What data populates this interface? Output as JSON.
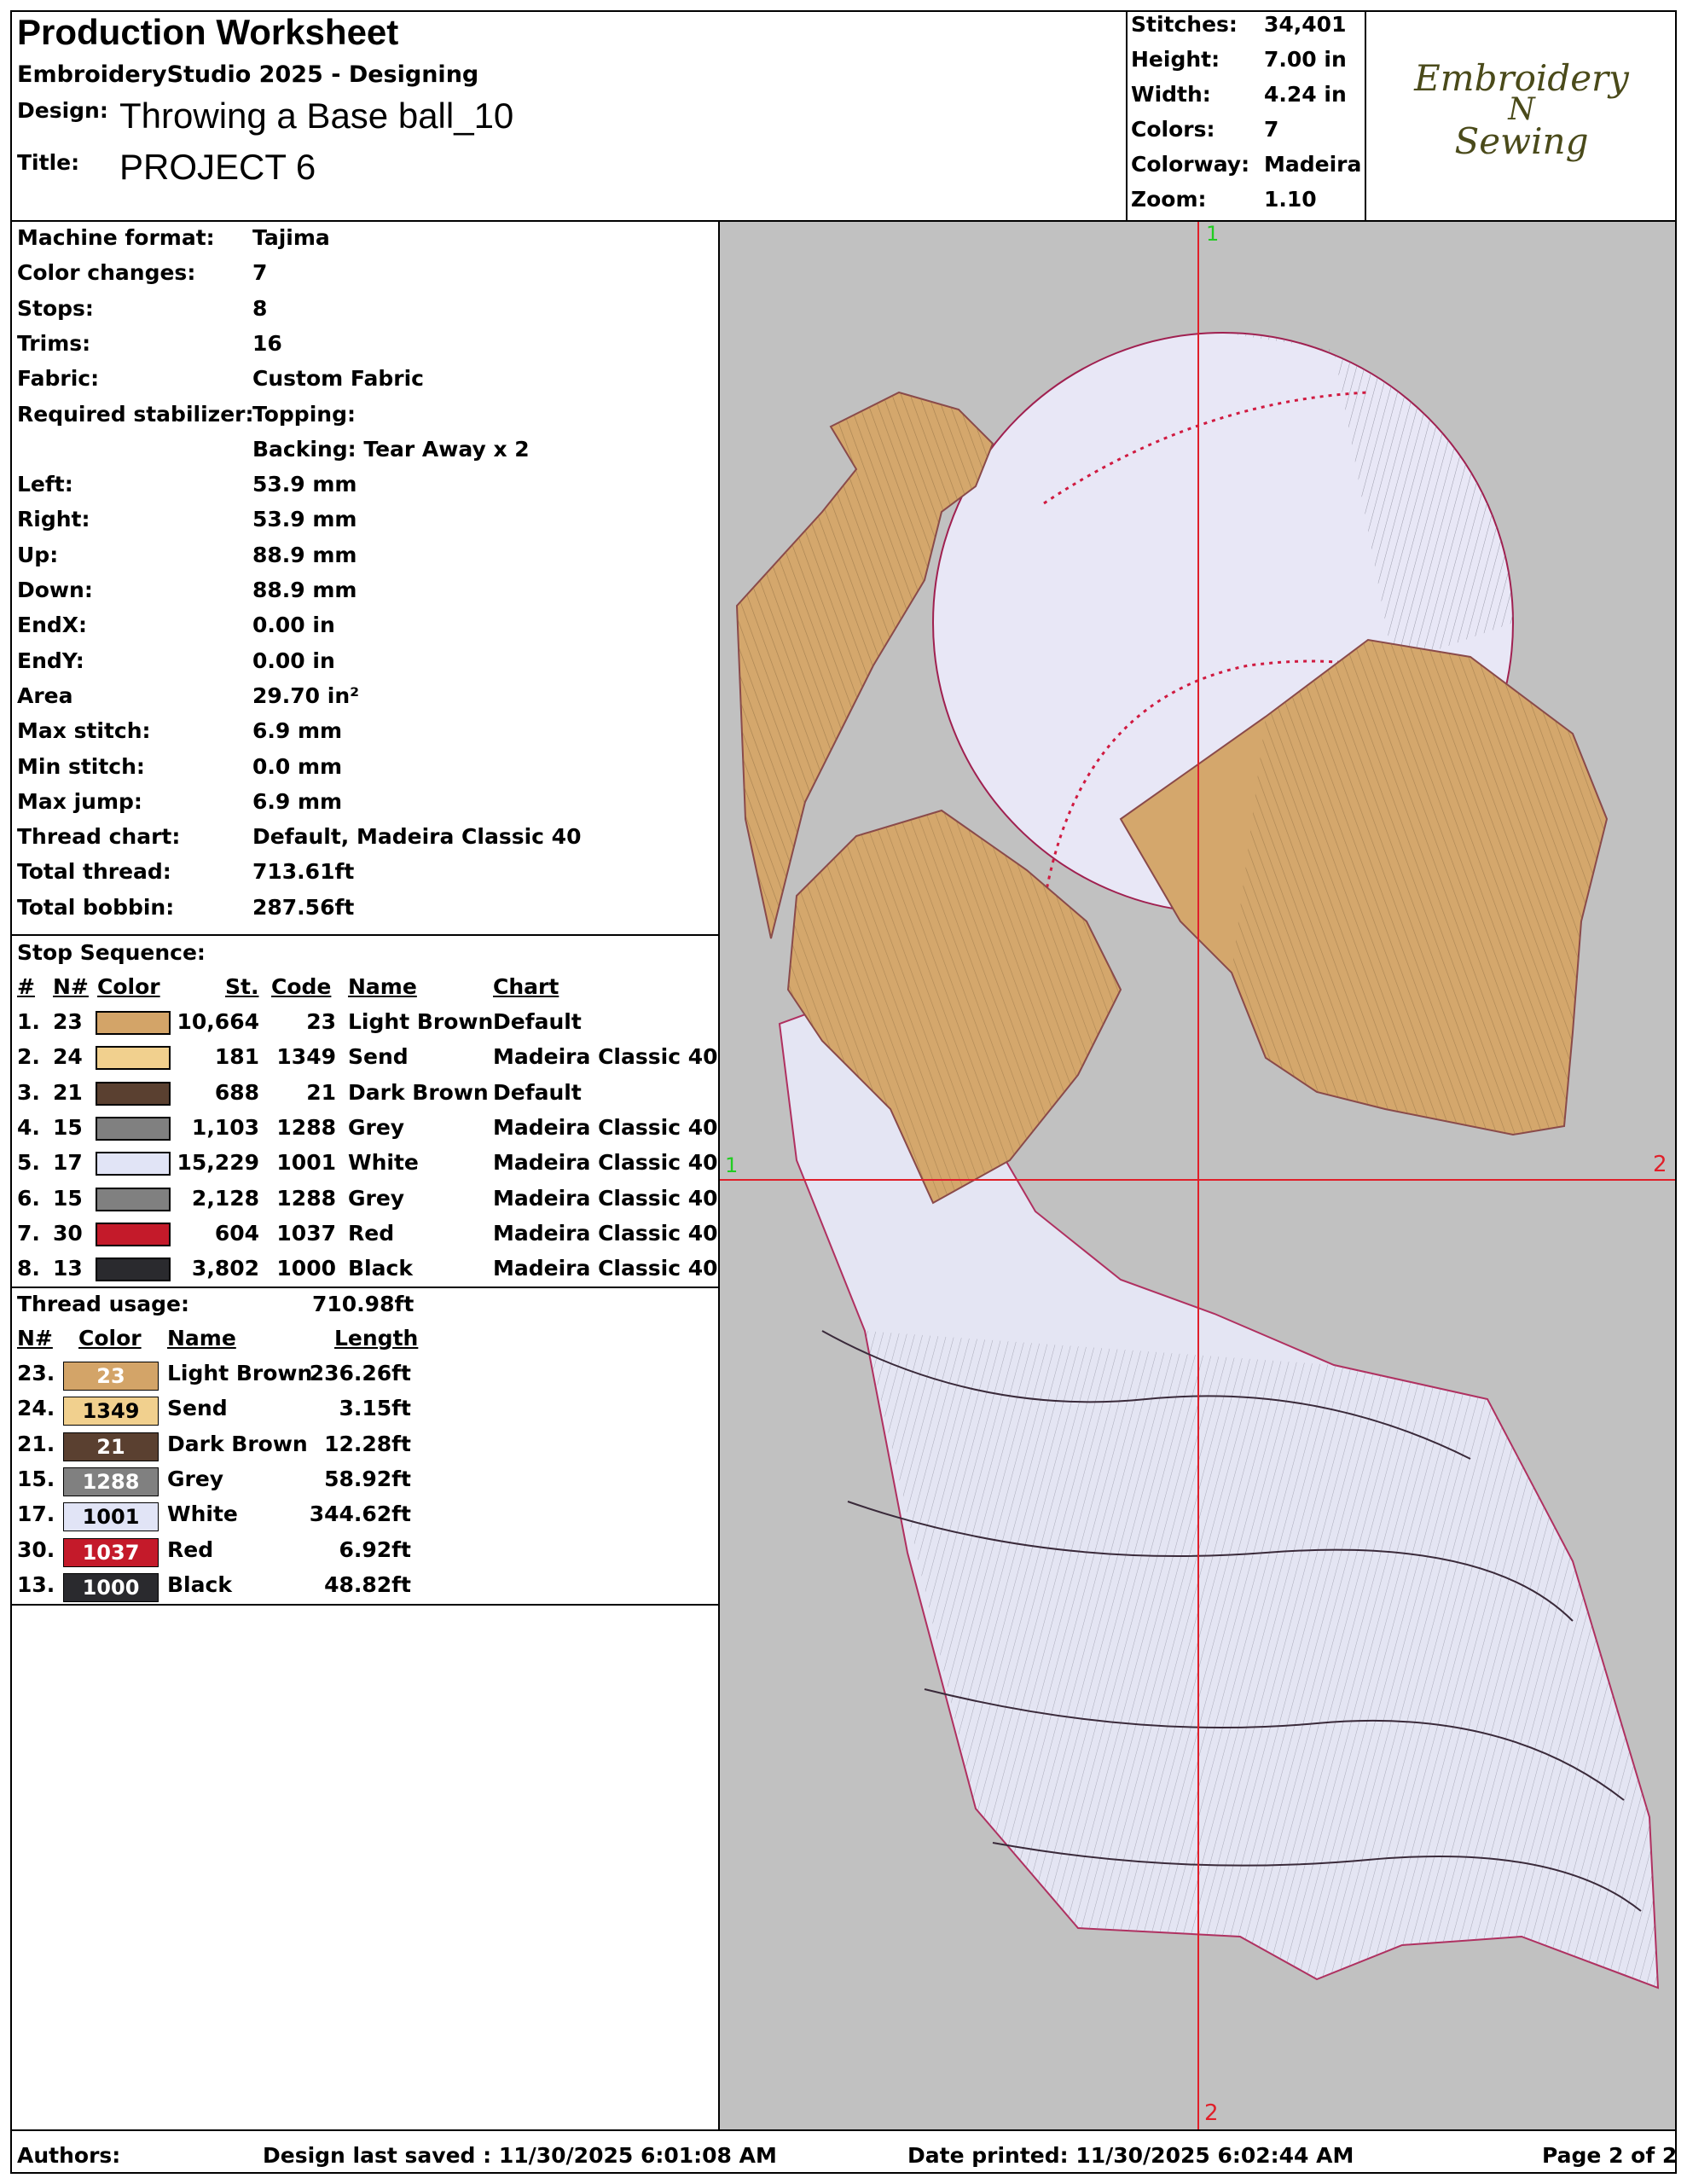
{
  "header": {
    "title": "Production Worksheet",
    "software": "EmbroideryStudio 2025 - Designing",
    "design_label": "Design:",
    "design_value": "Throwing a Base ball_10",
    "title_label": "Title:",
    "title_value": "PROJECT 6"
  },
  "summary": [
    {
      "label": "Stitches:",
      "value": "34,401"
    },
    {
      "label": "Height:",
      "value": "7.00 in"
    },
    {
      "label": "Width:",
      "value": "4.24 in"
    },
    {
      "label": "Colors:",
      "value": "7"
    },
    {
      "label": "Colorway:",
      "value": "Madeira"
    },
    {
      "label": "Zoom:",
      "value": "1.10"
    }
  ],
  "logo": {
    "line1": "Embroidery",
    "line2": "N",
    "line3": "Sewing"
  },
  "stats": [
    {
      "label": "Machine format:",
      "value": "Tajima"
    },
    {
      "label": "Color changes:",
      "value": "7"
    },
    {
      "label": "Stops:",
      "value": "8"
    },
    {
      "label": "Trims:",
      "value": "16"
    },
    {
      "label": "Fabric:",
      "value": "Custom Fabric"
    },
    {
      "label": "Required stabilizer:",
      "value": "Topping:"
    },
    {
      "label": "",
      "value": "Backing: Tear Away x 2"
    },
    {
      "label": "Left:",
      "value": "53.9 mm"
    },
    {
      "label": "Right:",
      "value": "53.9 mm"
    },
    {
      "label": "Up:",
      "value": "88.9 mm"
    },
    {
      "label": "Down:",
      "value": "88.9 mm"
    },
    {
      "label": "EndX:",
      "value": "0.00 in"
    },
    {
      "label": "EndY:",
      "value": "0.00 in"
    },
    {
      "label": "Area",
      "value": " 29.70 in²"
    },
    {
      "label": "Max stitch:",
      "value": "6.9 mm"
    },
    {
      "label": "Min stitch:",
      "value": "0.0 mm"
    },
    {
      "label": "Max jump:",
      "value": "6.9 mm"
    },
    {
      "label": "Thread chart:",
      "value": "Default, Madeira Classic 40"
    },
    {
      "label": "Total thread:",
      "value": "713.61ft"
    },
    {
      "label": "Total bobbin:",
      "value": "287.56ft"
    }
  ],
  "stop_sequence": {
    "title": "Stop Sequence:",
    "headers": {
      "idx": "#",
      "n": "N#",
      "color": "Color",
      "st": "St.",
      "code": "Code",
      "name": "Name",
      "chart": "Chart"
    },
    "rows": [
      {
        "idx": "1.",
        "n": "23",
        "hex": "#d3a468",
        "st": "10,664",
        "code": "23",
        "name": "Light Brown",
        "chart": "Default"
      },
      {
        "idx": "2.",
        "n": "24",
        "hex": "#f1d08e",
        "st": "181",
        "code": "1349",
        "name": "Send",
        "chart": "Madeira Classic 40"
      },
      {
        "idx": "3.",
        "n": "21",
        "hex": "#5a4030",
        "st": "688",
        "code": "21",
        "name": "Dark Brown",
        "chart": "Default"
      },
      {
        "idx": "4.",
        "n": "15",
        "hex": "#808080",
        "st": "1,103",
        "code": "1288",
        "name": "Grey",
        "chart": "Madeira Classic 40"
      },
      {
        "idx": "5.",
        "n": "17",
        "hex": "#e1e4f6",
        "st": "15,229",
        "code": "1001",
        "name": "White",
        "chart": "Madeira Classic 40"
      },
      {
        "idx": "6.",
        "n": "15",
        "hex": "#808080",
        "st": "2,128",
        "code": "1288",
        "name": "Grey",
        "chart": "Madeira Classic 40"
      },
      {
        "idx": "7.",
        "n": "30",
        "hex": "#c41a2a",
        "st": "604",
        "code": "1037",
        "name": "Red",
        "chart": "Madeira Classic 40"
      },
      {
        "idx": "8.",
        "n": "13",
        "hex": "#2a2a2e",
        "st": "3,802",
        "code": "1000",
        "name": "Black",
        "chart": "Madeira Classic 40"
      }
    ]
  },
  "thread_usage": {
    "title": "Thread usage:",
    "total": "710.98ft",
    "headers": {
      "n": "N#",
      "color": "Color",
      "name": "Name",
      "length": "Length"
    },
    "rows": [
      {
        "n": "23.",
        "code": "23",
        "hex": "#d3a468",
        "name": "Light Brown",
        "length": "236.26ft"
      },
      {
        "n": "24.",
        "code": "1349",
        "hex": "#f1d08e",
        "name": "Send",
        "length": "3.15ft"
      },
      {
        "n": "21.",
        "code": "21",
        "hex": "#5a4030",
        "name": "Dark Brown",
        "length": "12.28ft"
      },
      {
        "n": "15.",
        "code": "1288",
        "hex": "#808080",
        "name": "Grey",
        "length": "58.92ft"
      },
      {
        "n": "17.",
        "code": "1001",
        "hex": "#e1e4f6",
        "name": "White",
        "length": "344.62ft"
      },
      {
        "n": "30.",
        "code": "1037",
        "hex": "#c41a2a",
        "name": "Red",
        "length": "6.92ft"
      },
      {
        "n": "13.",
        "code": "1000",
        "hex": "#2a2a2e",
        "name": "Black",
        "length": "48.82ft"
      }
    ]
  },
  "axes": {
    "top": "1",
    "left": "1",
    "right": "2",
    "bottom": "2"
  },
  "footer": {
    "authors": "Authors:",
    "saved": "Design last saved : 11/30/2025 6:01:08 AM",
    "printed": "Date printed: 11/30/2025 6:02:44 AM",
    "page": "Page 2 of 2"
  },
  "colors": {
    "canvas": "#c1c1c1",
    "axis": "#e0202a",
    "axis_label": "#22cc22",
    "border": "#000000"
  }
}
